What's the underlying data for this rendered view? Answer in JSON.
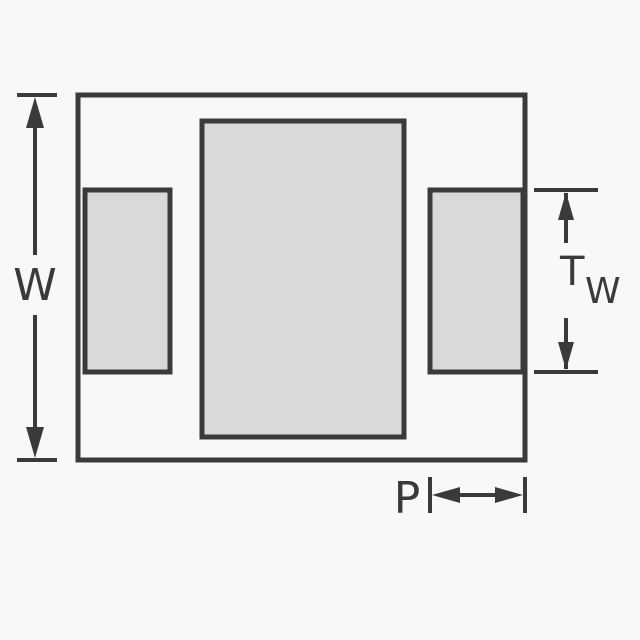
{
  "diagram": {
    "dimensions": {
      "body_width": {
        "label": "W"
      },
      "terminal_width": {
        "label_main": "T",
        "label_sub": "W"
      },
      "pitch": {
        "label": "P"
      }
    },
    "colors": {
      "line": "#3a3a3a",
      "pad_fill": "#d9d9d9",
      "background": "#f8f8f8"
    }
  }
}
